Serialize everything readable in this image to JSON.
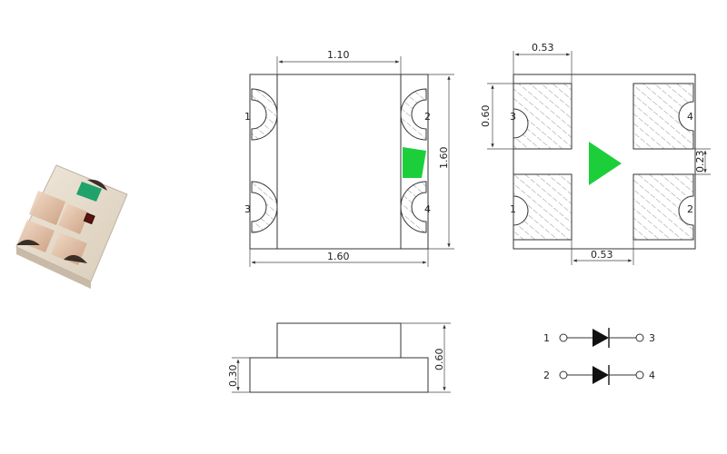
{
  "colors": {
    "led_green": "#1ccf3a",
    "line": "#333333",
    "hatch": "#555555"
  },
  "top_view": {
    "pins": [
      "1",
      "2",
      "3",
      "4"
    ],
    "dim_top_width": "1.10",
    "dim_bottom_width": "1.60",
    "dim_height": "1.60"
  },
  "bottom_view": {
    "pins": [
      "3",
      "4",
      "1",
      "2"
    ],
    "dim_pad_width_top": "0.53",
    "dim_pad_height": "0.60",
    "dim_gap": "0.23",
    "dim_pad_width_bottom": "0.53"
  },
  "side_view": {
    "dim_base_height": "0.30",
    "dim_total_height": "0.60"
  },
  "schematic": {
    "rows": [
      {
        "left_pin": "1",
        "right_pin": "3"
      },
      {
        "left_pin": "2",
        "right_pin": "4"
      }
    ]
  }
}
